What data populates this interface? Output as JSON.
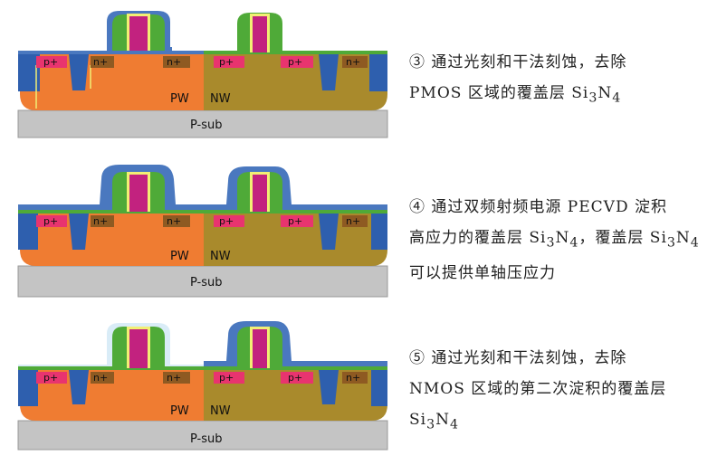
{
  "colors": {
    "pw": "#ef7c32",
    "nw": "#a98a2c",
    "psub": "#c4c4c4",
    "sti": "#2e5fae",
    "nitride_green": "#4faa38",
    "nitride_cover": "#4a78bf",
    "contact_pplus": "#e8346f",
    "contact_nplus": "#8e5a22",
    "gate_poly": "#c2227f",
    "oxide_yellow": "#f2ef74",
    "liner_light": "#d9ecf7"
  },
  "panels": [
    {
      "labels": {
        "pw": "PW",
        "nw": "NW",
        "psub": "P-sub",
        "pplus": "p+",
        "nplus": "n+"
      },
      "caption": [
        {
          "text": "③ 通过光刻和干法刻蚀，去除"
        },
        {
          "text": "PMOS 区域的覆盖层 Si",
          "sub": "3",
          "mid": "N",
          "sub2": "4"
        }
      ]
    },
    {
      "labels": {
        "pw": "PW",
        "nw": "NW",
        "psub": "P-sub",
        "pplus": "p+",
        "nplus": "n+"
      },
      "caption": [
        {
          "text": "④ 通过双频射频电源 PECVD 淀积"
        },
        {
          "text": "高应力的覆盖层 Si",
          "sub": "3",
          "mid": "N",
          "sub2": "4",
          "tail": "，覆盖层 Si",
          "sub3": "3",
          "mid2": "N",
          "sub4": "4"
        },
        {
          "text": "可以提供单轴压应力"
        }
      ]
    },
    {
      "labels": {
        "pw": "PW",
        "nw": "NW",
        "psub": "P-sub",
        "pplus": "p+",
        "nplus": "n+"
      },
      "caption": [
        {
          "text": "⑤ 通过光刻和干法刻蚀，去除"
        },
        {
          "text": "NMOS 区域的第二次淀积的覆盖层"
        },
        {
          "text": "Si",
          "sub": "3",
          "mid": "N",
          "sub2": "4"
        }
      ]
    }
  ]
}
